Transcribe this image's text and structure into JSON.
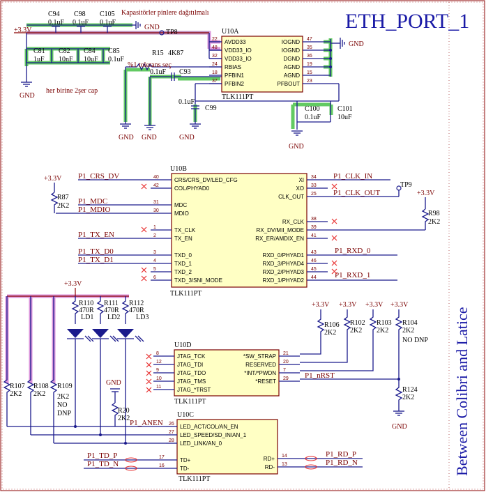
{
  "sheet": {
    "title": "ETH_PORT_1",
    "side_note": "Between Colibri and Latice"
  },
  "notes": {
    "cap_note": "Kapasitörler pinlere dağıtılmalı",
    "cap_count_note": "her birine 2şer cap",
    "tolerance_note": "%1 tolerans seç"
  },
  "components": {
    "u10a": {
      "ref": "U10A",
      "part": "TLK111PT",
      "left_pins": [
        {
          "num": "22",
          "name": "AVDD33"
        },
        {
          "num": "48",
          "name": "VDD33_IO"
        },
        {
          "num": "32",
          "name": "VDD33_IO"
        },
        {
          "num": "24",
          "name": "RBIAS"
        },
        {
          "num": "18",
          "name": "PFBIN1"
        },
        {
          "num": "37",
          "name": "PFBIN2"
        }
      ],
      "right_pins": [
        {
          "num": "47",
          "name": "IOGND"
        },
        {
          "num": "35",
          "name": "IOGND"
        },
        {
          "num": "36",
          "name": "DGND"
        },
        {
          "num": "19",
          "name": "AGND"
        },
        {
          "num": "15",
          "name": "AGND"
        },
        {
          "num": "23",
          "name": "PFBOUT"
        }
      ]
    },
    "u10b": {
      "ref": "U10B",
      "part": "TLK111PT",
      "left_pins": [
        {
          "num": "40",
          "name": "CRS/CRS_DV/LED_CFG"
        },
        {
          "num": "42",
          "name": "COL/PHYAD0"
        },
        {
          "num": "31",
          "name": "MDC"
        },
        {
          "num": "30",
          "name": "MDIO"
        },
        {
          "num": "1",
          "name": "TX_CLK"
        },
        {
          "num": "2",
          "name": "TX_EN"
        },
        {
          "num": "3",
          "name": "TXD_0"
        },
        {
          "num": "4",
          "name": "TXD_1"
        },
        {
          "num": "5",
          "name": "TXD_2"
        },
        {
          "num": "6",
          "name": "TXD_3/SNI_MODE"
        }
      ],
      "right_pins": [
        {
          "num": "34",
          "name": "XI"
        },
        {
          "num": "33",
          "name": "XO"
        },
        {
          "num": "25",
          "name": "CLK_OUT"
        },
        {
          "num": "38",
          "name": "RX_CLK"
        },
        {
          "num": "39",
          "name": "RX_DV/MII_MODE"
        },
        {
          "num": "41",
          "name": "RX_ER/AMDIX_EN"
        },
        {
          "num": "43",
          "name": "RXD_0/PHYAD1"
        },
        {
          "num": "46",
          "name": "RXD_3/PHYAD4"
        },
        {
          "num": "45",
          "name": "RXD_2/PHYAD3"
        },
        {
          "num": "44",
          "name": "RXD_1/PHYAD2"
        }
      ]
    },
    "u10d": {
      "ref": "U10D",
      "part": "TLK111PT",
      "left_pins": [
        {
          "num": "8",
          "name": "JTAG_TCK"
        },
        {
          "num": "12",
          "name": "JTAG_TDI"
        },
        {
          "num": "9",
          "name": "JTAG_TDO"
        },
        {
          "num": "10",
          "name": "JTAG_TMS"
        },
        {
          "num": "11",
          "name": "JTAG_*TRST"
        }
      ],
      "right_pins": [
        {
          "num": "21",
          "name": "*SW_STRAP"
        },
        {
          "num": "20",
          "name": "RESERVED"
        },
        {
          "num": "7",
          "name": "*INT/*PWDN"
        },
        {
          "num": "29",
          "name": "*RESET"
        }
      ]
    },
    "u10c": {
      "ref": "U10C",
      "part": "TLK111PT",
      "left_pins": [
        {
          "num": "26",
          "name": "LED_ACT/COL/AN_EN"
        },
        {
          "num": "27",
          "name": "LED_SPEED/SD_IN/AN_1"
        },
        {
          "num": "28",
          "name": "LED_LINK/AN_0"
        },
        {
          "num": "17",
          "name": "TD+"
        },
        {
          "num": "16",
          "name": "TD-"
        }
      ],
      "right_pins": [
        {
          "num": "14",
          "name": "RD+"
        },
        {
          "num": "13",
          "name": "RD-"
        }
      ]
    }
  },
  "passives": {
    "c94": {
      "ref": "C94",
      "value": "0.1uF"
    },
    "c98": {
      "ref": "C98",
      "value": "0.1uF"
    },
    "c105": {
      "ref": "C105",
      "value": "0.1uF"
    },
    "c81": {
      "ref": "C81",
      "value": "1uF"
    },
    "c82": {
      "ref": "C82",
      "value": "10nF"
    },
    "c84": {
      "ref": "C84",
      "value": "10uF"
    },
    "c85": {
      "ref": "C85",
      "value": "0.1uF"
    },
    "r15": {
      "ref": "R15",
      "value": "4K87"
    },
    "c93": {
      "ref": "C93",
      "value": "0.1uF"
    },
    "c99": {
      "ref": "C99",
      "value": "0.1uF"
    },
    "c100": {
      "ref": "C100",
      "value": "0.1uF"
    },
    "c101": {
      "ref": "C101",
      "value": "10uF"
    },
    "r87": {
      "ref": "R87",
      "value": "2K2"
    },
    "r98": {
      "ref": "R98",
      "value": "2K2"
    },
    "r110": {
      "ref": "R110",
      "value": "470R"
    },
    "r111": {
      "ref": "R111",
      "value": "470R"
    },
    "r112": {
      "ref": "R112",
      "value": "470R"
    },
    "ld1": {
      "ref": "LD1"
    },
    "ld2": {
      "ref": "LD2"
    },
    "ld3": {
      "ref": "LD3"
    },
    "r107": {
      "ref": "R107",
      "value": "2K2"
    },
    "r108": {
      "ref": "R108",
      "value": "2K2"
    },
    "r109": {
      "ref": "R109",
      "value": "2K2",
      "note1": "NO",
      "note2": "DNP"
    },
    "r20": {
      "ref": "R20",
      "value": "2K2"
    },
    "r106": {
      "ref": "R106",
      "value": "2K2"
    },
    "r102": {
      "ref": "R102",
      "value": "2K2"
    },
    "r103": {
      "ref": "R103",
      "value": "2K2"
    },
    "r104": {
      "ref": "R104",
      "value": "2K2",
      "note": "NO DNP"
    },
    "r124": {
      "ref": "R124",
      "value": "2K2"
    }
  },
  "test_points": {
    "tp8": "TP8",
    "tp9": "TP9"
  },
  "power": {
    "v33": "+3.3V",
    "gnd": "GND"
  },
  "nets": {
    "crs_dv": "P1_CRS_DV",
    "mdc": "P1_MDC",
    "mdio": "P1_MDIO",
    "tx_en": "P1_TX_EN",
    "td0": "P1_TX_D0",
    "td1": "P1_TX_D1",
    "clk_in": "P1_CLK_IN",
    "clk_out": "P1_CLK_OUT",
    "rxd0": "P1_RXD_0",
    "rxd1": "P1_RXD_1",
    "nrst": "P1_nRST",
    "an_en": "P1_ANEN",
    "td_p": "P1_TD_P",
    "td_n": "P1_TD_N",
    "rd_p": "P1_RD_P",
    "rd_n": "P1_RD_N"
  }
}
